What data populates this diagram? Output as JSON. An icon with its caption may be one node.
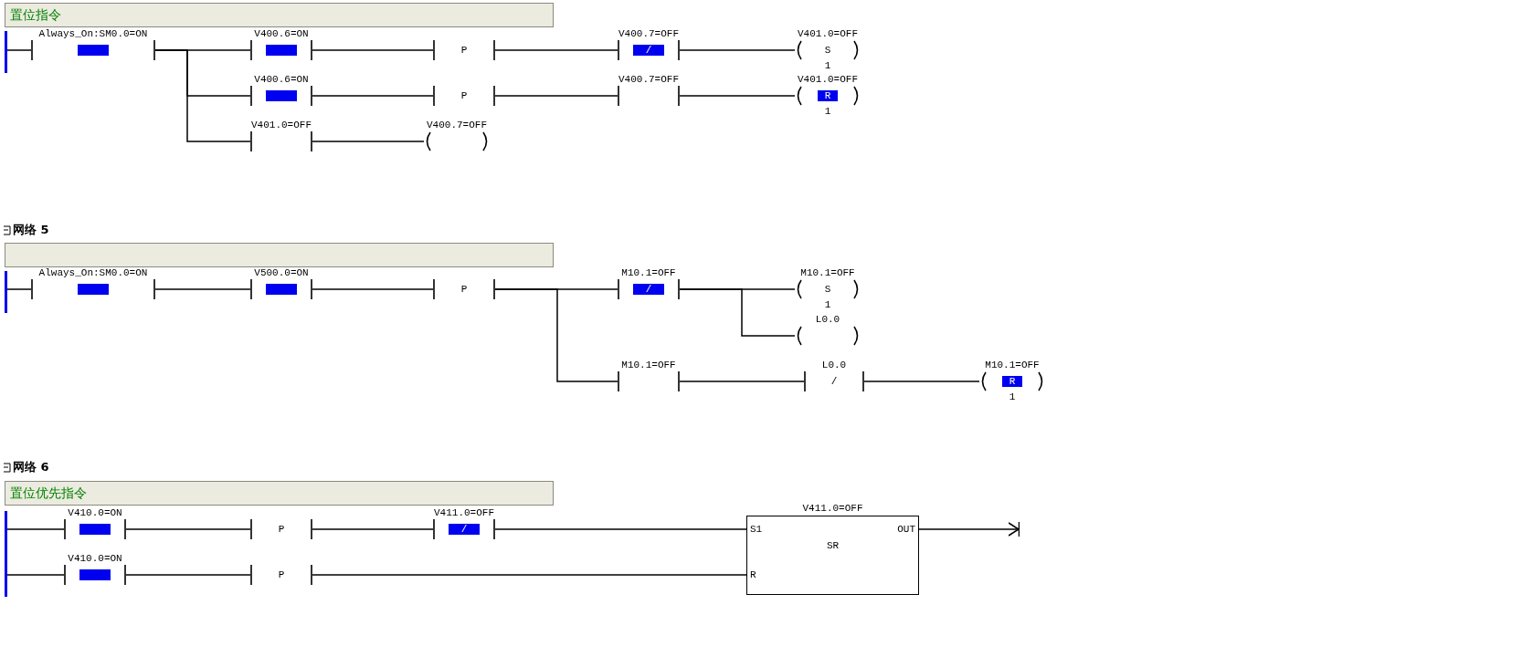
{
  "diagram": {
    "nodes": [
      {
        "text": [
          "置位指令"
        ]
      },
      {
        "text": [],
        "shape": "bar"
      },
      {
        "text": [
          "Always_On:SM0.0=ON"
        ]
      },
      {
        "text": [
          "V400.6=ON"
        ]
      },
      {
        "text": [
          "P"
        ]
      },
      {
        "text": [
          "V400.7=OFF",
          "/"
        ]
      },
      {
        "text": [
          "V401.0=OFF",
          "S",
          "1"
        ]
      },
      {
        "text": [
          "V400.6=ON"
        ]
      },
      {
        "text": [
          "P"
        ]
      },
      {
        "text": [
          "V400.7=OFF"
        ]
      },
      {
        "text": [
          "V401.0=OFF",
          "R",
          "1"
        ]
      },
      {
        "text": [
          "V401.0=OFF"
        ]
      },
      {
        "text": [
          "V400.7=OFF"
        ]
      },
      {
        "text": [],
        "shape": "box"
      },
      {
        "text": [],
        "shape": "bar"
      },
      {
        "text": [
          "Always_On:SM0.0=ON"
        ]
      },
      {
        "text": [
          "V500.0=ON"
        ]
      },
      {
        "text": [
          "P"
        ]
      },
      {
        "text": [
          "M10.1=OFF",
          "/"
        ]
      },
      {
        "text": [
          "M10.1=OFF",
          "S",
          "1"
        ]
      },
      {
        "text": [
          "L0.0"
        ]
      },
      {
        "text": [
          "M10.1=OFF"
        ]
      },
      {
        "text": [
          "L0.0",
          "/"
        ]
      },
      {
        "text": [
          "M10.1=OFF",
          "R",
          "1"
        ]
      },
      {
        "text": [
          "置位优先指令"
        ]
      },
      {
        "text": [],
        "shape": "bar"
      },
      {
        "text": [
          "V410.0=ON"
        ]
      },
      {
        "text": [
          "P"
        ]
      },
      {
        "text": [
          "V411.0=OFF",
          "/"
        ]
      },
      {
        "text": [
          "V411.0=OFF",
          "S1",
          "SR",
          "OUT",
          "R"
        ]
      },
      {
        "text": [
          "V410.0=ON"
        ]
      },
      {
        "text": [
          "P"
        ]
      }
    ],
    "edges": [
      {
        "from": 1,
        "to": 2,
        "arrow": "none"
      },
      {
        "from": 2,
        "to": 3,
        "arrow": "none"
      },
      {
        "from": 2,
        "to": 7,
        "arrow": "none"
      },
      {
        "from": 2,
        "to": 11,
        "arrow": "none"
      },
      {
        "from": 3,
        "to": 4,
        "arrow": "none"
      },
      {
        "from": 4,
        "to": 5,
        "arrow": "none"
      },
      {
        "from": 5,
        "to": 6,
        "arrow": "none"
      },
      {
        "from": 7,
        "to": 8,
        "arrow": "none"
      },
      {
        "from": 8,
        "to": 9,
        "arrow": "none"
      },
      {
        "from": 9,
        "to": 10,
        "arrow": "none"
      },
      {
        "from": 11,
        "to": 12,
        "arrow": "none"
      },
      {
        "from": 14,
        "to": 15,
        "arrow": "none"
      },
      {
        "from": 15,
        "to": 16,
        "arrow": "none"
      },
      {
        "from": 16,
        "to": 17,
        "arrow": "none"
      },
      {
        "from": 17,
        "to": 18,
        "arrow": "none"
      },
      {
        "from": 17,
        "to": 21,
        "arrow": "none"
      },
      {
        "from": 18,
        "to": 19,
        "arrow": "none"
      },
      {
        "from": 18,
        "to": 20,
        "arrow": "none"
      },
      {
        "from": 21,
        "to": 22,
        "arrow": "none"
      },
      {
        "from": 22,
        "to": 23,
        "arrow": "none"
      },
      {
        "from": 25,
        "to": 26,
        "arrow": "none"
      },
      {
        "from": 26,
        "to": 27,
        "arrow": "none"
      },
      {
        "from": 27,
        "to": 28,
        "arrow": "none"
      },
      {
        "from": 28,
        "to": 29,
        "arrow": "none"
      },
      {
        "from": 25,
        "to": 30,
        "arrow": "none"
      },
      {
        "from": 30,
        "to": 31,
        "arrow": "none"
      },
      {
        "from": 31,
        "to": 29,
        "arrow": "none"
      },
      {
        "from": 29,
        "to": null,
        "arrow": "to"
      }
    ],
    "labels": [
      "网络 5",
      "网络 6"
    ]
  }
}
